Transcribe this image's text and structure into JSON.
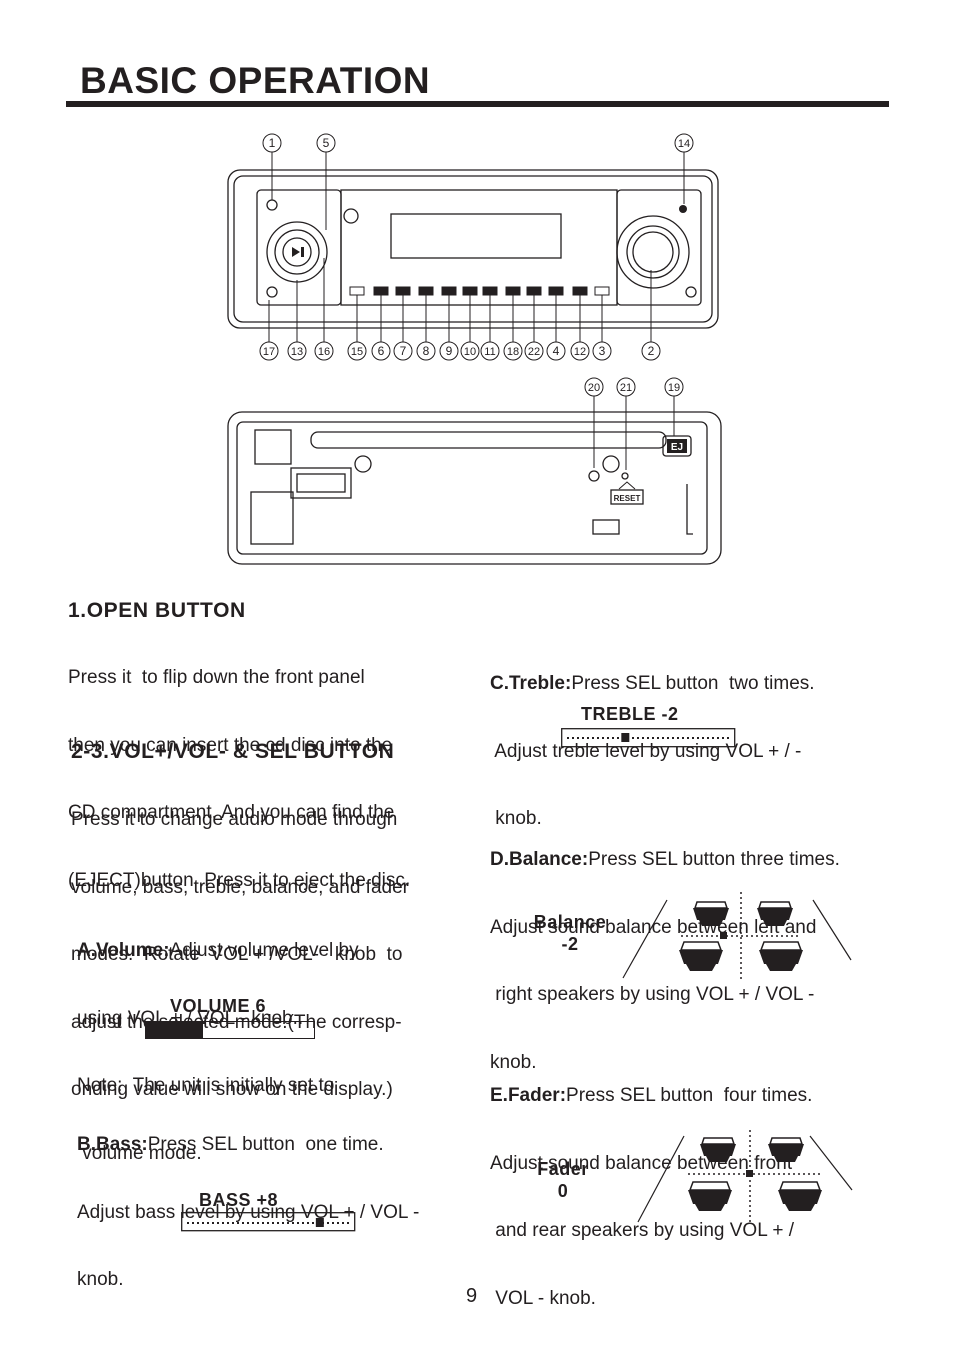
{
  "title": "BASIC OPERATION",
  "diagram": {
    "front_callouts_top": [
      "1",
      "5",
      "14"
    ],
    "front_callouts_bottom": [
      "17",
      "13",
      "16",
      "15",
      "6",
      "7",
      "8",
      "9",
      "10",
      "11",
      "18",
      "22",
      "4",
      "12",
      "3",
      "2"
    ],
    "rear_callouts": [
      "20",
      "21",
      "19"
    ],
    "eject_label": "EJ",
    "reset_label": "RESET"
  },
  "section1": {
    "heading": "1.OPEN  BUTTON",
    "lines": [
      "Press it  to flip down the front panel",
      "then you can insert the cd disc into the",
      "CD compartment. And you can find the",
      "(EJECT)button .Press it to eject the disc."
    ]
  },
  "section2": {
    "heading": "2-3.VOL+/VOL- & SEL BUTTON",
    "lines": [
      "Press it to change audio mode through",
      "volume, bass, treble, balance, and fader",
      "modes.  Rotate  VOL + /VOL-   knob  to",
      "adjust the selected mode.(The corresp-",
      "onding value will show on the display.)"
    ]
  },
  "volume": {
    "label": "A.Volume:",
    "line1_rest": "Adjust volume level by",
    "lines": [
      "using VOL + / VOL - knob..",
      "Note:  The unit is initially set to",
      " volume mode."
    ],
    "display": "VOLUME  6",
    "level": 0.34
  },
  "bass": {
    "label": "B.Bass:",
    "line1_rest": "Press SEL button  one time.",
    "lines": [
      "Adjust bass level by using VOL + / VOL -",
      "knob."
    ],
    "display": "BASS  +8",
    "position": 0.82
  },
  "treble": {
    "label": "C.Treble:",
    "line1_rest": "Press SEL button  two times.",
    "lines": [
      " Adjust treble level by using VOL + / -",
      " knob."
    ],
    "display": "TREBLE  -2",
    "position": 0.36
  },
  "balance": {
    "label": "D.Balance:",
    "line1_rest": "Press SEL button three times.",
    "lines": [
      "Adjust sound balance between left and",
      " right speakers by using VOL + / VOL -",
      "knob."
    ],
    "display_line1": "Balance",
    "display_line2": "-2"
  },
  "fader": {
    "label": "E.Fader:",
    "line1_rest": "Press SEL button  four times.",
    "lines": [
      "Adjust sound balance between front",
      " and rear speakers by using VOL + /",
      " VOL - knob."
    ],
    "display_line1": "Fader",
    "display_line2": "0"
  },
  "page_number": "9"
}
